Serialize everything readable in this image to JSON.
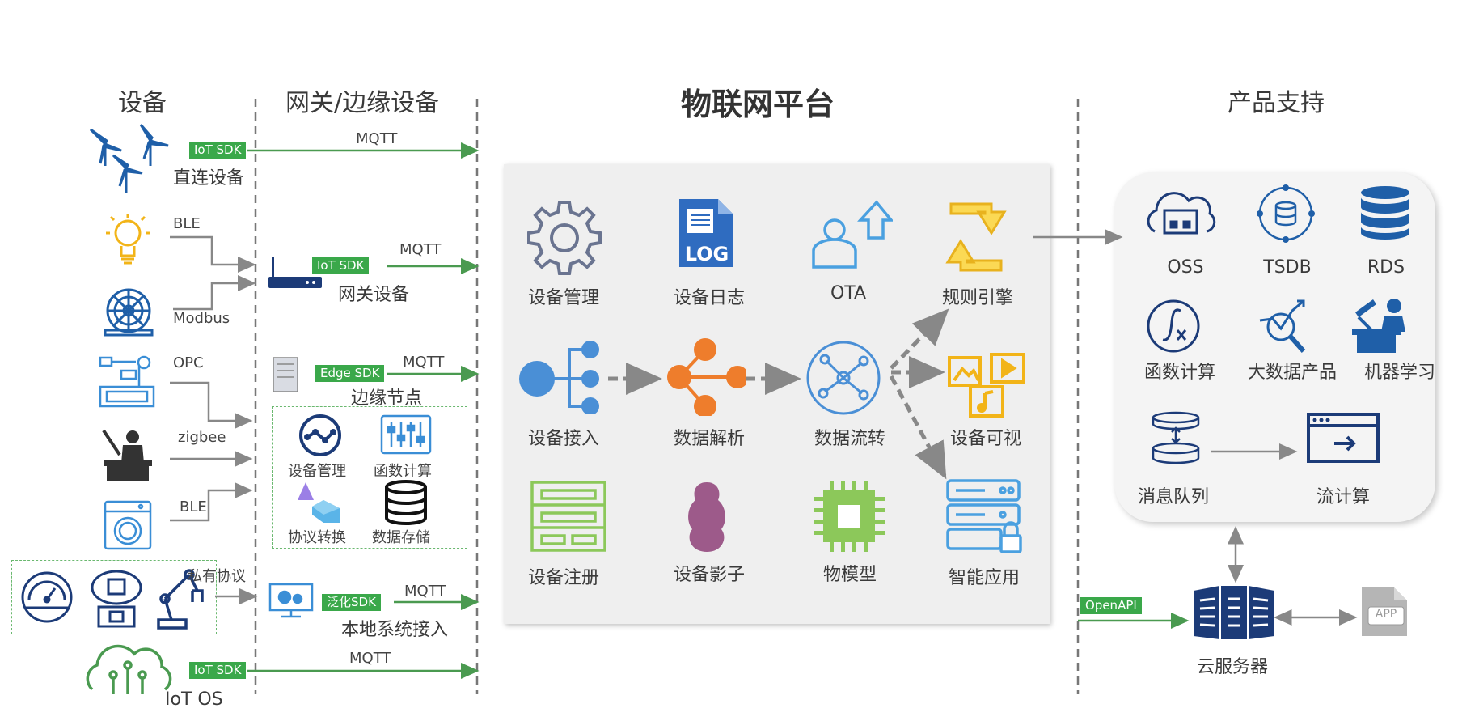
{
  "columns": {
    "devices": "设备",
    "gateway": "网关/边缘设备",
    "platform": "物联网平台",
    "product": "产品支持"
  },
  "devices": {
    "direct_label": "直连设备",
    "iot_os_label": "IoT OS",
    "protocols": {
      "ble1": "BLE",
      "modbus": "Modbus",
      "opc": "OPC",
      "zigbee": "zigbee",
      "ble2": "BLE",
      "private": "私有协议"
    }
  },
  "sdk": {
    "iot_sdk_1": "IoT SDK",
    "iot_sdk_2": "IoT SDK",
    "edge_sdk": "Edge SDK",
    "generic_sdk": "泛化SDK",
    "iot_sdk_3": "IoT SDK",
    "openapi": "OpenAPI"
  },
  "mqtt": {
    "m1": "MQTT",
    "m2": "MQTT",
    "m3": "MQTT",
    "m4": "MQTT",
    "m5": "MQTT"
  },
  "gateway": {
    "gateway_device": "网关设备",
    "edge_node": "边缘节点",
    "local_access": "本地系统接入",
    "edge_items": [
      "设备管理",
      "函数计算",
      "协议转换",
      "数据存储"
    ]
  },
  "platform": {
    "row1": [
      "设备管理",
      "设备日志",
      "OTA",
      "规则引擎"
    ],
    "row2": [
      "设备接入",
      "数据解析",
      "数据流转",
      "设备可视"
    ],
    "row3": [
      "设备注册",
      "设备影子",
      "物模型",
      "智能应用"
    ],
    "log_text": "LOG"
  },
  "product": {
    "row1": [
      "OSS",
      "TSDB",
      "RDS"
    ],
    "row2": [
      "函数计算",
      "大数据产品",
      "机器学习"
    ],
    "row3": [
      "消息队列",
      "流计算"
    ],
    "cloud_server": "云服务器",
    "app_text": "APP"
  },
  "colors": {
    "sdk_green": "#3aa84a",
    "arrow_green": "#4a9a50",
    "blue": "#4a8fd6",
    "dark_blue": "#1c3b78",
    "orange": "#ee7d2c",
    "yellow": "#f2c020",
    "light_green": "#8cc85a",
    "purple": "#9d5a8a"
  }
}
